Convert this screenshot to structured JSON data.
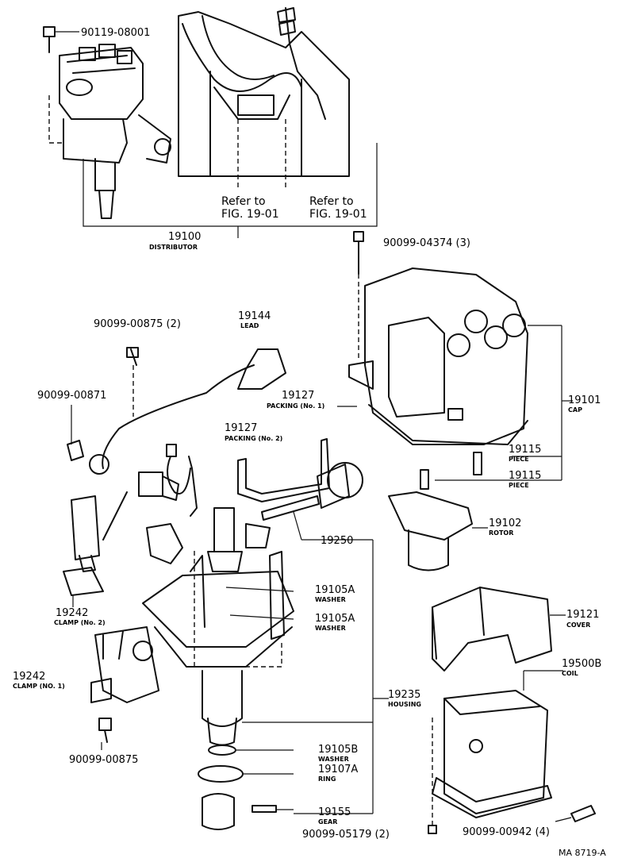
{
  "diagram_code": "MA 8719-A",
  "refs": [
    {
      "line1": "Refer to",
      "line2": "FIG. 19-01"
    },
    {
      "line1": "Refer to",
      "line2": "FIG. 19-01"
    }
  ],
  "parts": {
    "bolt_top": {
      "number": "90119-08001"
    },
    "distributor": {
      "number": "19100",
      "name": "DISTRIBUTOR"
    },
    "cap_screw": {
      "number": "90099-04374 (3)"
    },
    "lead_screw": {
      "number": "90099-00875 (2)"
    },
    "lead": {
      "number": "19144",
      "name": "LEAD"
    },
    "screw_00871": {
      "number": "90099-00871"
    },
    "packing1": {
      "number": "19127",
      "name": "PACKING (No. 1)"
    },
    "cap": {
      "number": "19101",
      "name": "CAP"
    },
    "packing2": {
      "number": "19127",
      "name": "PACKING (No. 2)"
    },
    "piece_a": {
      "number": "19115",
      "name": "PIECE"
    },
    "piece_b": {
      "number": "19115",
      "name": "PIECE"
    },
    "rotor": {
      "number": "19102",
      "name": "ROTOR"
    },
    "assembly": {
      "number": "19250"
    },
    "washer_a1": {
      "number": "19105A",
      "name": "WASHER"
    },
    "washer_a2": {
      "number": "19105A",
      "name": "WASHER"
    },
    "clamp2": {
      "number": "19242",
      "name": "CLAMP (No. 2)"
    },
    "clamp1": {
      "number": "19242",
      "name": "CLAMP (NO. 1)"
    },
    "cover": {
      "number": "19121",
      "name": "COVER"
    },
    "coil": {
      "number": "19500B",
      "name": "COIL"
    },
    "housing": {
      "number": "19235",
      "name": "HOUSING"
    },
    "bolt_00875": {
      "number": "90099-00875"
    },
    "washer_b": {
      "number": "19105B",
      "name": "WASHER"
    },
    "ring": {
      "number": "19107A",
      "name": "RING"
    },
    "gear": {
      "number": "19155",
      "name": "GEAR"
    },
    "screw_05179": {
      "number": "90099-05179 (2)"
    },
    "screw_00942": {
      "number": "90099-00942 (4)"
    }
  }
}
